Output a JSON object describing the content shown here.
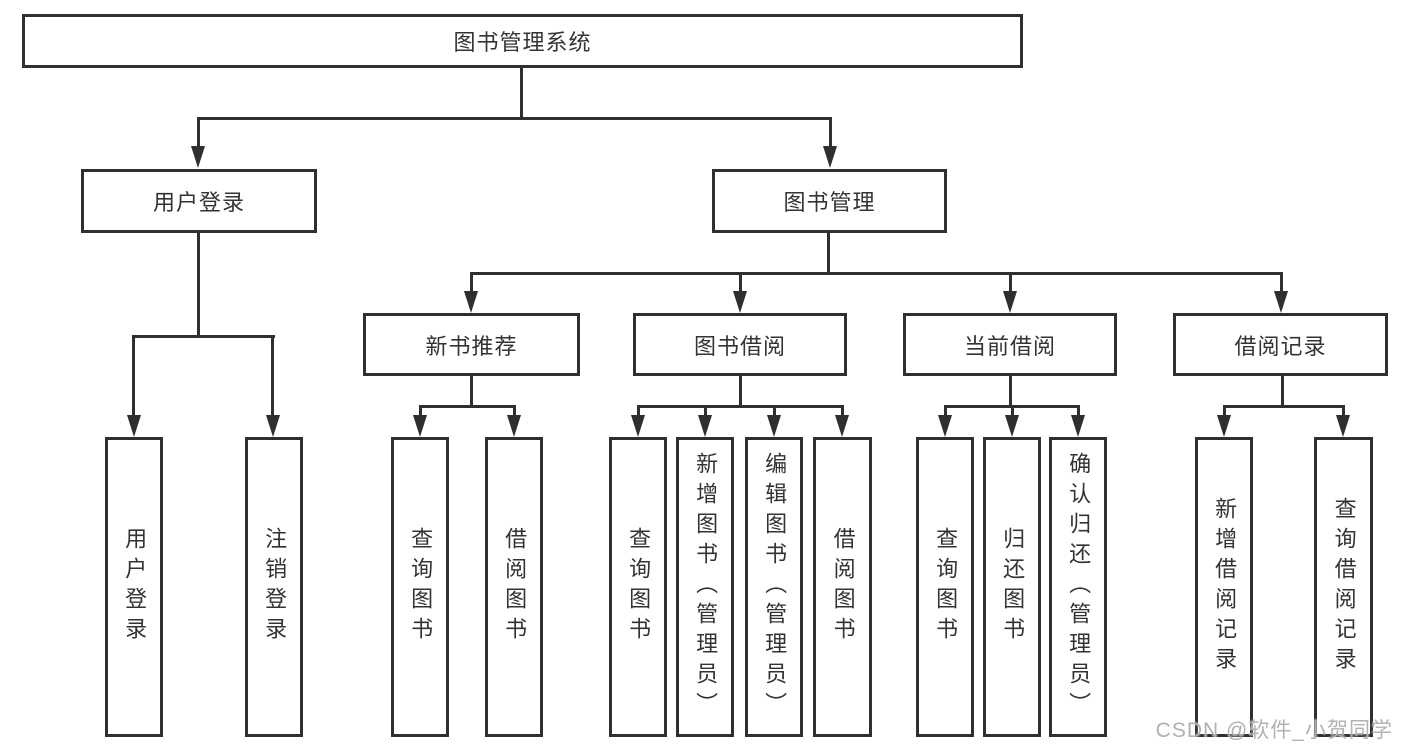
{
  "diagram_title": "图书管理系统",
  "tree": {
    "root": {
      "label": "图书管理系统"
    },
    "branches": [
      {
        "label": "用户登录",
        "children": [
          {
            "label": "用户登录"
          },
          {
            "label": "注销登录"
          }
        ]
      },
      {
        "label": "图书管理",
        "children": [
          {
            "label": "新书推荐",
            "children": [
              {
                "label": "查询图书"
              },
              {
                "label": "借阅图书"
              }
            ]
          },
          {
            "label": "图书借阅",
            "children": [
              {
                "label": "查询图书"
              },
              {
                "label": "新增图书（管理员）"
              },
              {
                "label": "编辑图书（管理员）"
              },
              {
                "label": "借阅图书"
              }
            ]
          },
          {
            "label": "当前借阅",
            "children": [
              {
                "label": "查询图书"
              },
              {
                "label": "归还图书"
              },
              {
                "label": "确认归还（管理员）"
              }
            ]
          },
          {
            "label": "借阅记录",
            "children": [
              {
                "label": "新增借阅记录"
              },
              {
                "label": "查询借阅记录"
              }
            ]
          }
        ]
      }
    ]
  },
  "watermark": {
    "text": "CSDN @软件_小贺同学"
  },
  "colors": {
    "ink": "#2f2f2f",
    "watermark": "#adadad",
    "background": "#ffffff"
  }
}
